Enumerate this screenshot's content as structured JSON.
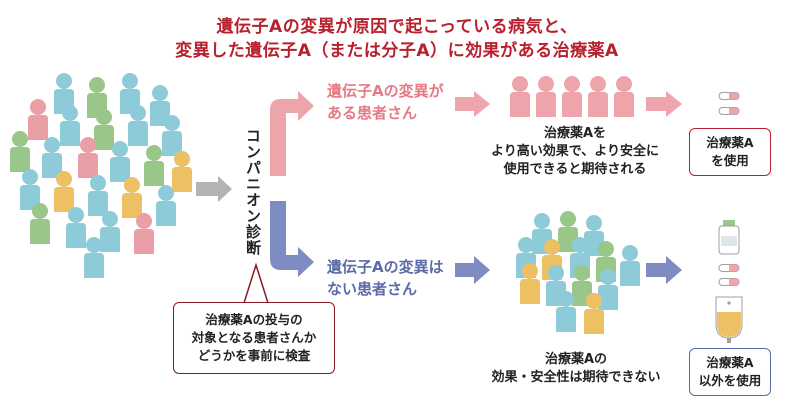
{
  "title": {
    "line1": "遺伝子Aの変異が原因で起こっている病気と、",
    "line2": "変異した遺伝子A（または分子A）に効果がある治療薬A"
  },
  "diagnosis": {
    "label": "コンパニオン診断",
    "callout_lines": [
      "治療薬Aの投与の",
      "対象となる患者さんか",
      "どうかを事前に検査"
    ]
  },
  "upper_branch": {
    "group_lines": [
      "遺伝子Aの変異が",
      "ある患者さん"
    ],
    "caption_lines": [
      "治療薬Aを",
      "より高い効果で、より安全に",
      "使用できると期待される"
    ],
    "result_lines": [
      "治療薬A",
      "を使用"
    ]
  },
  "lower_branch": {
    "group_lines": [
      "遺伝子Aの変異は",
      "ない患者さん"
    ],
    "caption_lines": [
      "治療薬Aの",
      "効果・安全性は期待できない"
    ],
    "result_lines": [
      "治療薬A",
      "以外を使用"
    ]
  },
  "colors": {
    "title_red": "#b8202d",
    "pink": "#eea4ab",
    "blue": "#7f8cc2",
    "gray_arrow": "#b3b3b3",
    "person_blue": "#8ecbd9",
    "person_green": "#99c78a",
    "person_yellow": "#ecc063",
    "person_pink": "#ea9ea6"
  },
  "icons": [
    "person-icon",
    "capsule-icon",
    "medicine-bottle-icon",
    "iv-bag-icon"
  ]
}
